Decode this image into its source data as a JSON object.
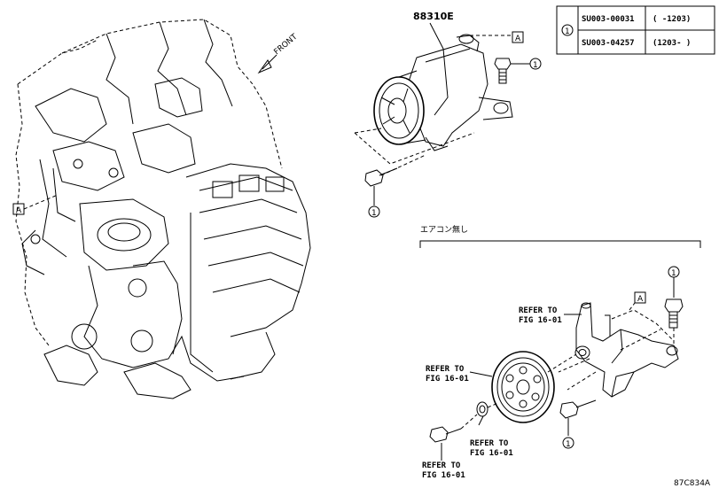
{
  "part_number_main": "88310E",
  "front_label": "FRONT",
  "ref_table": {
    "circle_label": "1",
    "rows": [
      {
        "part": "SU003-00031",
        "range": "(   -1203)"
      },
      {
        "part": "SU003-04257",
        "range": "(1203-   )"
      }
    ]
  },
  "callout_letter": "A",
  "callout_number": "1",
  "section_title": "エアコン無し",
  "refer_text": "REFER TO",
  "fig_text": "FIG 16-01",
  "diagram_id": "87C834A"
}
